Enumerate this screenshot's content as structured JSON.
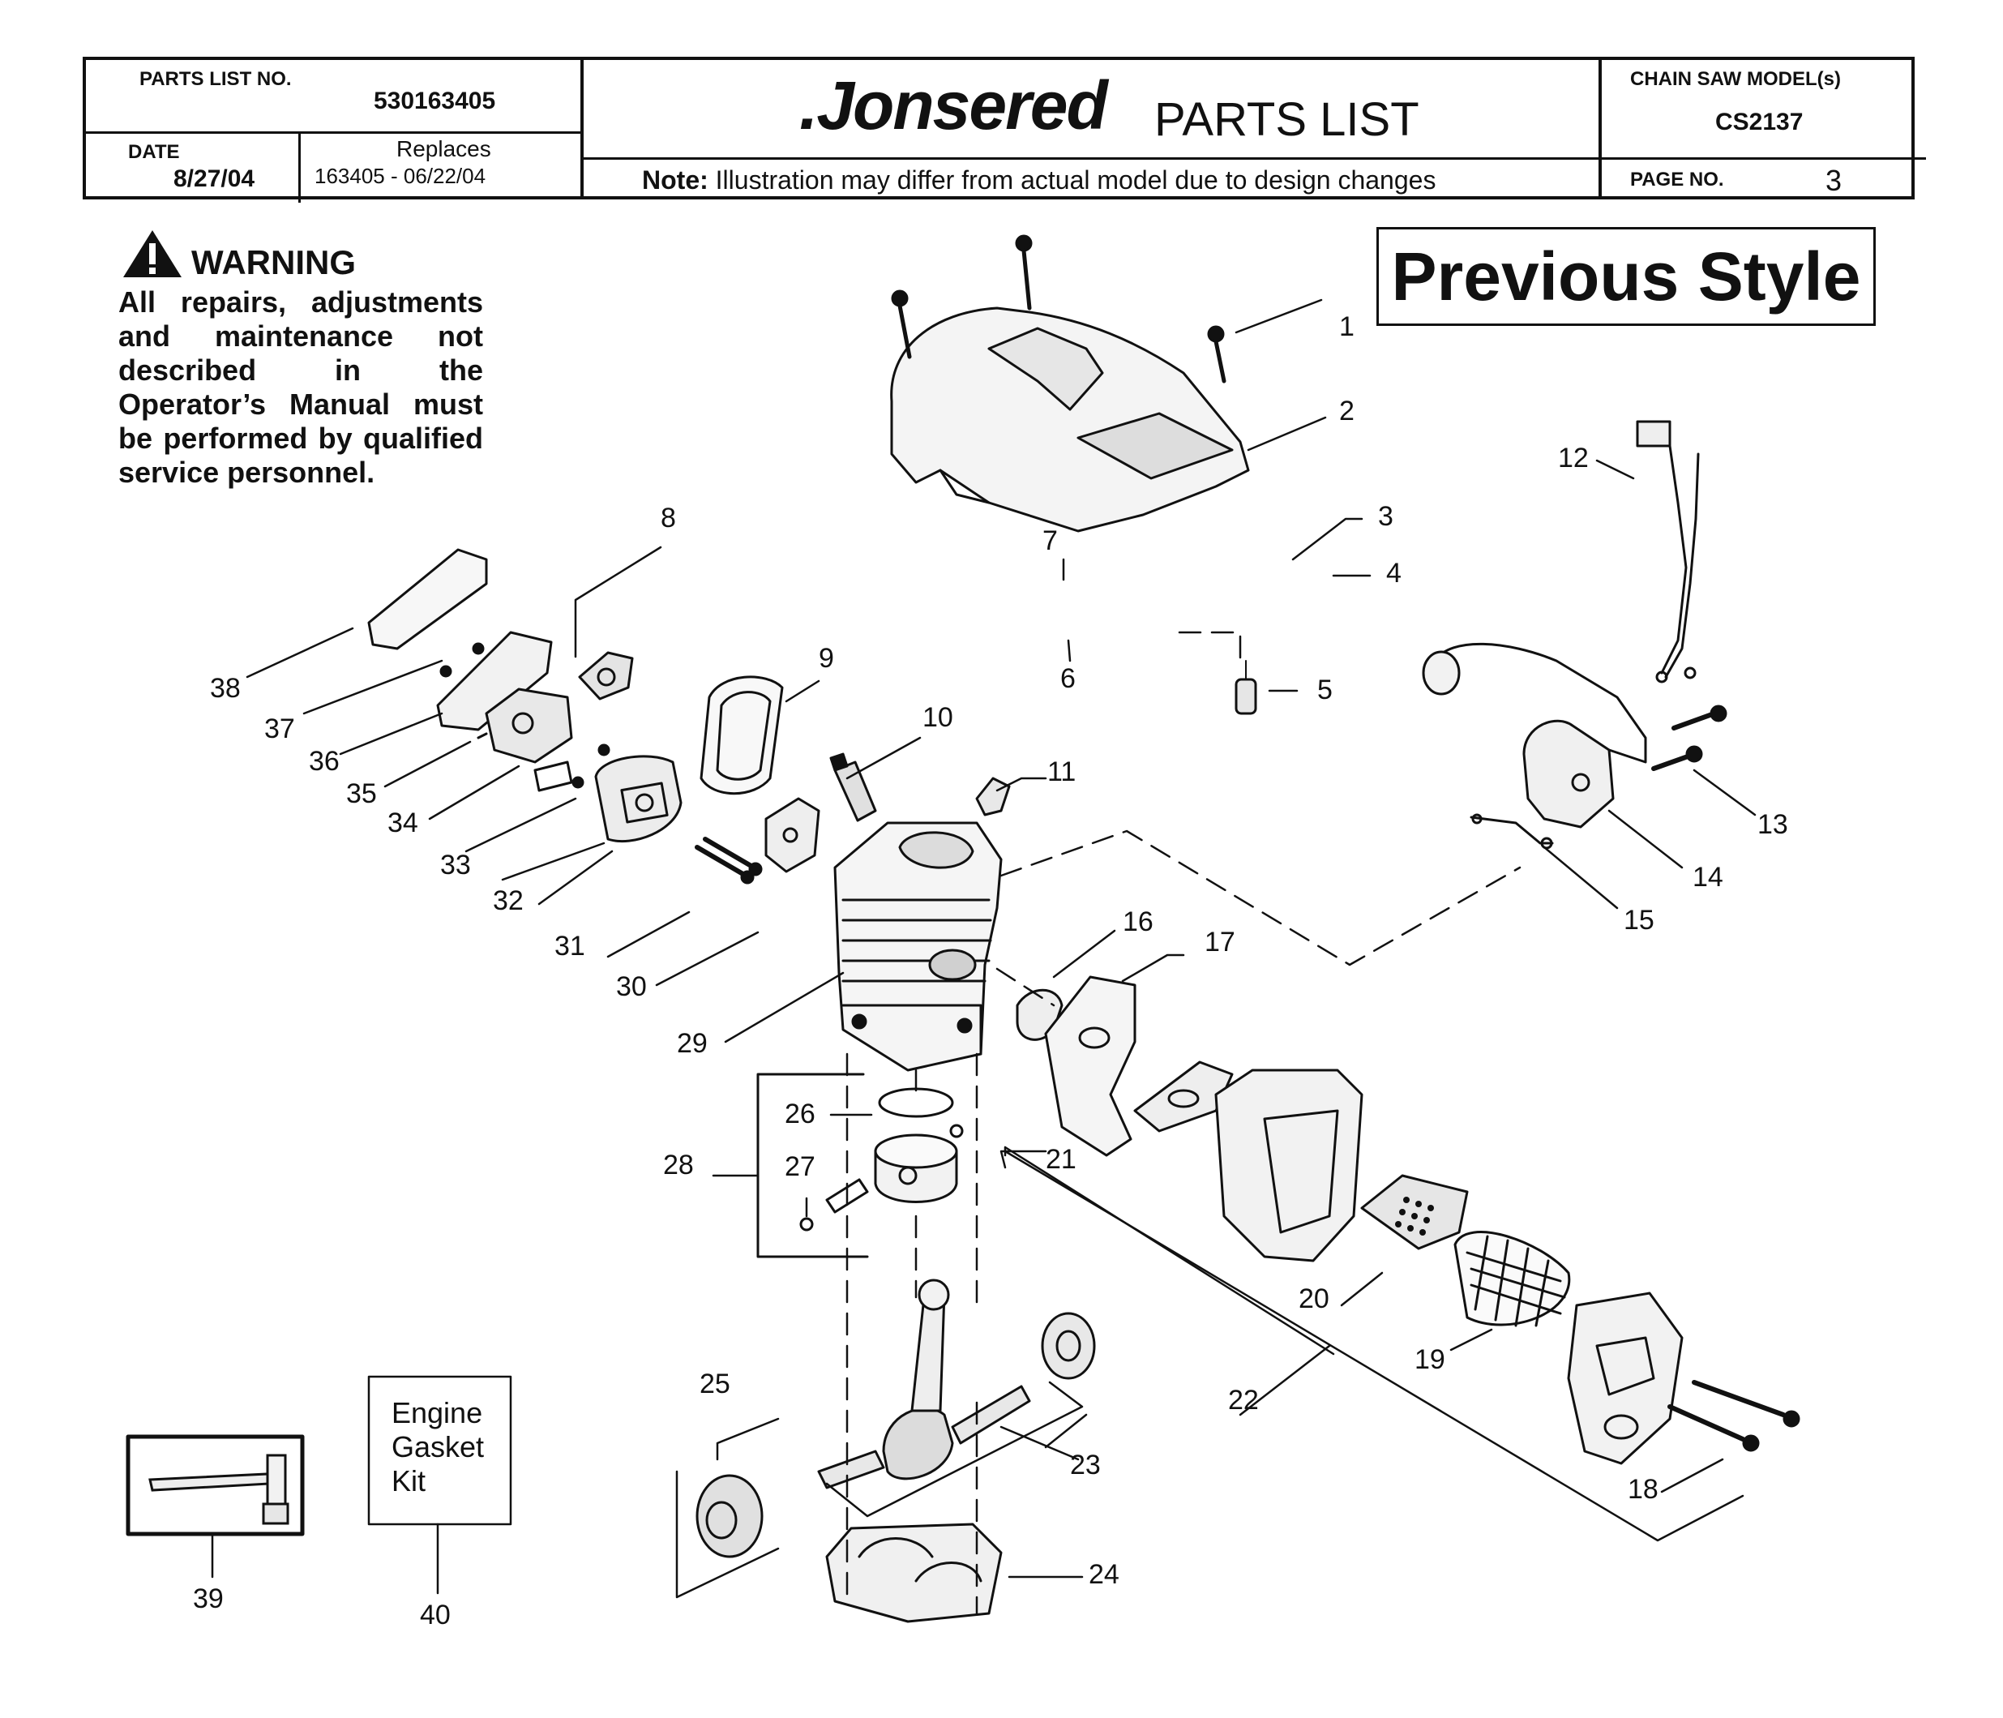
{
  "header": {
    "parts_list_no_label": "PARTS LIST NO.",
    "parts_list_no": "530163405",
    "date_label": "DATE",
    "date": "8/27/04",
    "replaces_label": "Replaces",
    "replaces": "163405 - 06/22/04",
    "brand": ".Jonsered",
    "title": "PARTS LIST",
    "note_bold": "Note:",
    "note_text": "Illustration may differ from actual model due to design changes",
    "model_label": "CHAIN SAW MODEL(s)",
    "model": "CS2137",
    "page_label": "PAGE  NO.",
    "page_no": "3"
  },
  "warning": {
    "title": "WARNING",
    "body": "All repairs, adjustments and maintenance not described in the Operator’s Manual must be performed by qualified service personnel."
  },
  "style_label": "Previous Style",
  "kit_label": [
    "Engine",
    "Gasket",
    "Kit"
  ],
  "callouts": [
    "1",
    "2",
    "3",
    "4",
    "5",
    "6",
    "7",
    "8",
    "9",
    "10",
    "11",
    "12",
    "13",
    "14",
    "15",
    "16",
    "17",
    "18",
    "19",
    "20",
    "21",
    "22",
    "23",
    "24",
    "25",
    "26",
    "27",
    "28",
    "29",
    "30",
    "31",
    "32",
    "33",
    "34",
    "35",
    "36",
    "37",
    "38",
    "39",
    "40"
  ],
  "colors": {
    "ink": "#111111",
    "paper": "#ffffff",
    "shade": "#cfcfcf"
  },
  "icons": [
    "warning-triangle-icon",
    "scrench-tool-icon"
  ]
}
